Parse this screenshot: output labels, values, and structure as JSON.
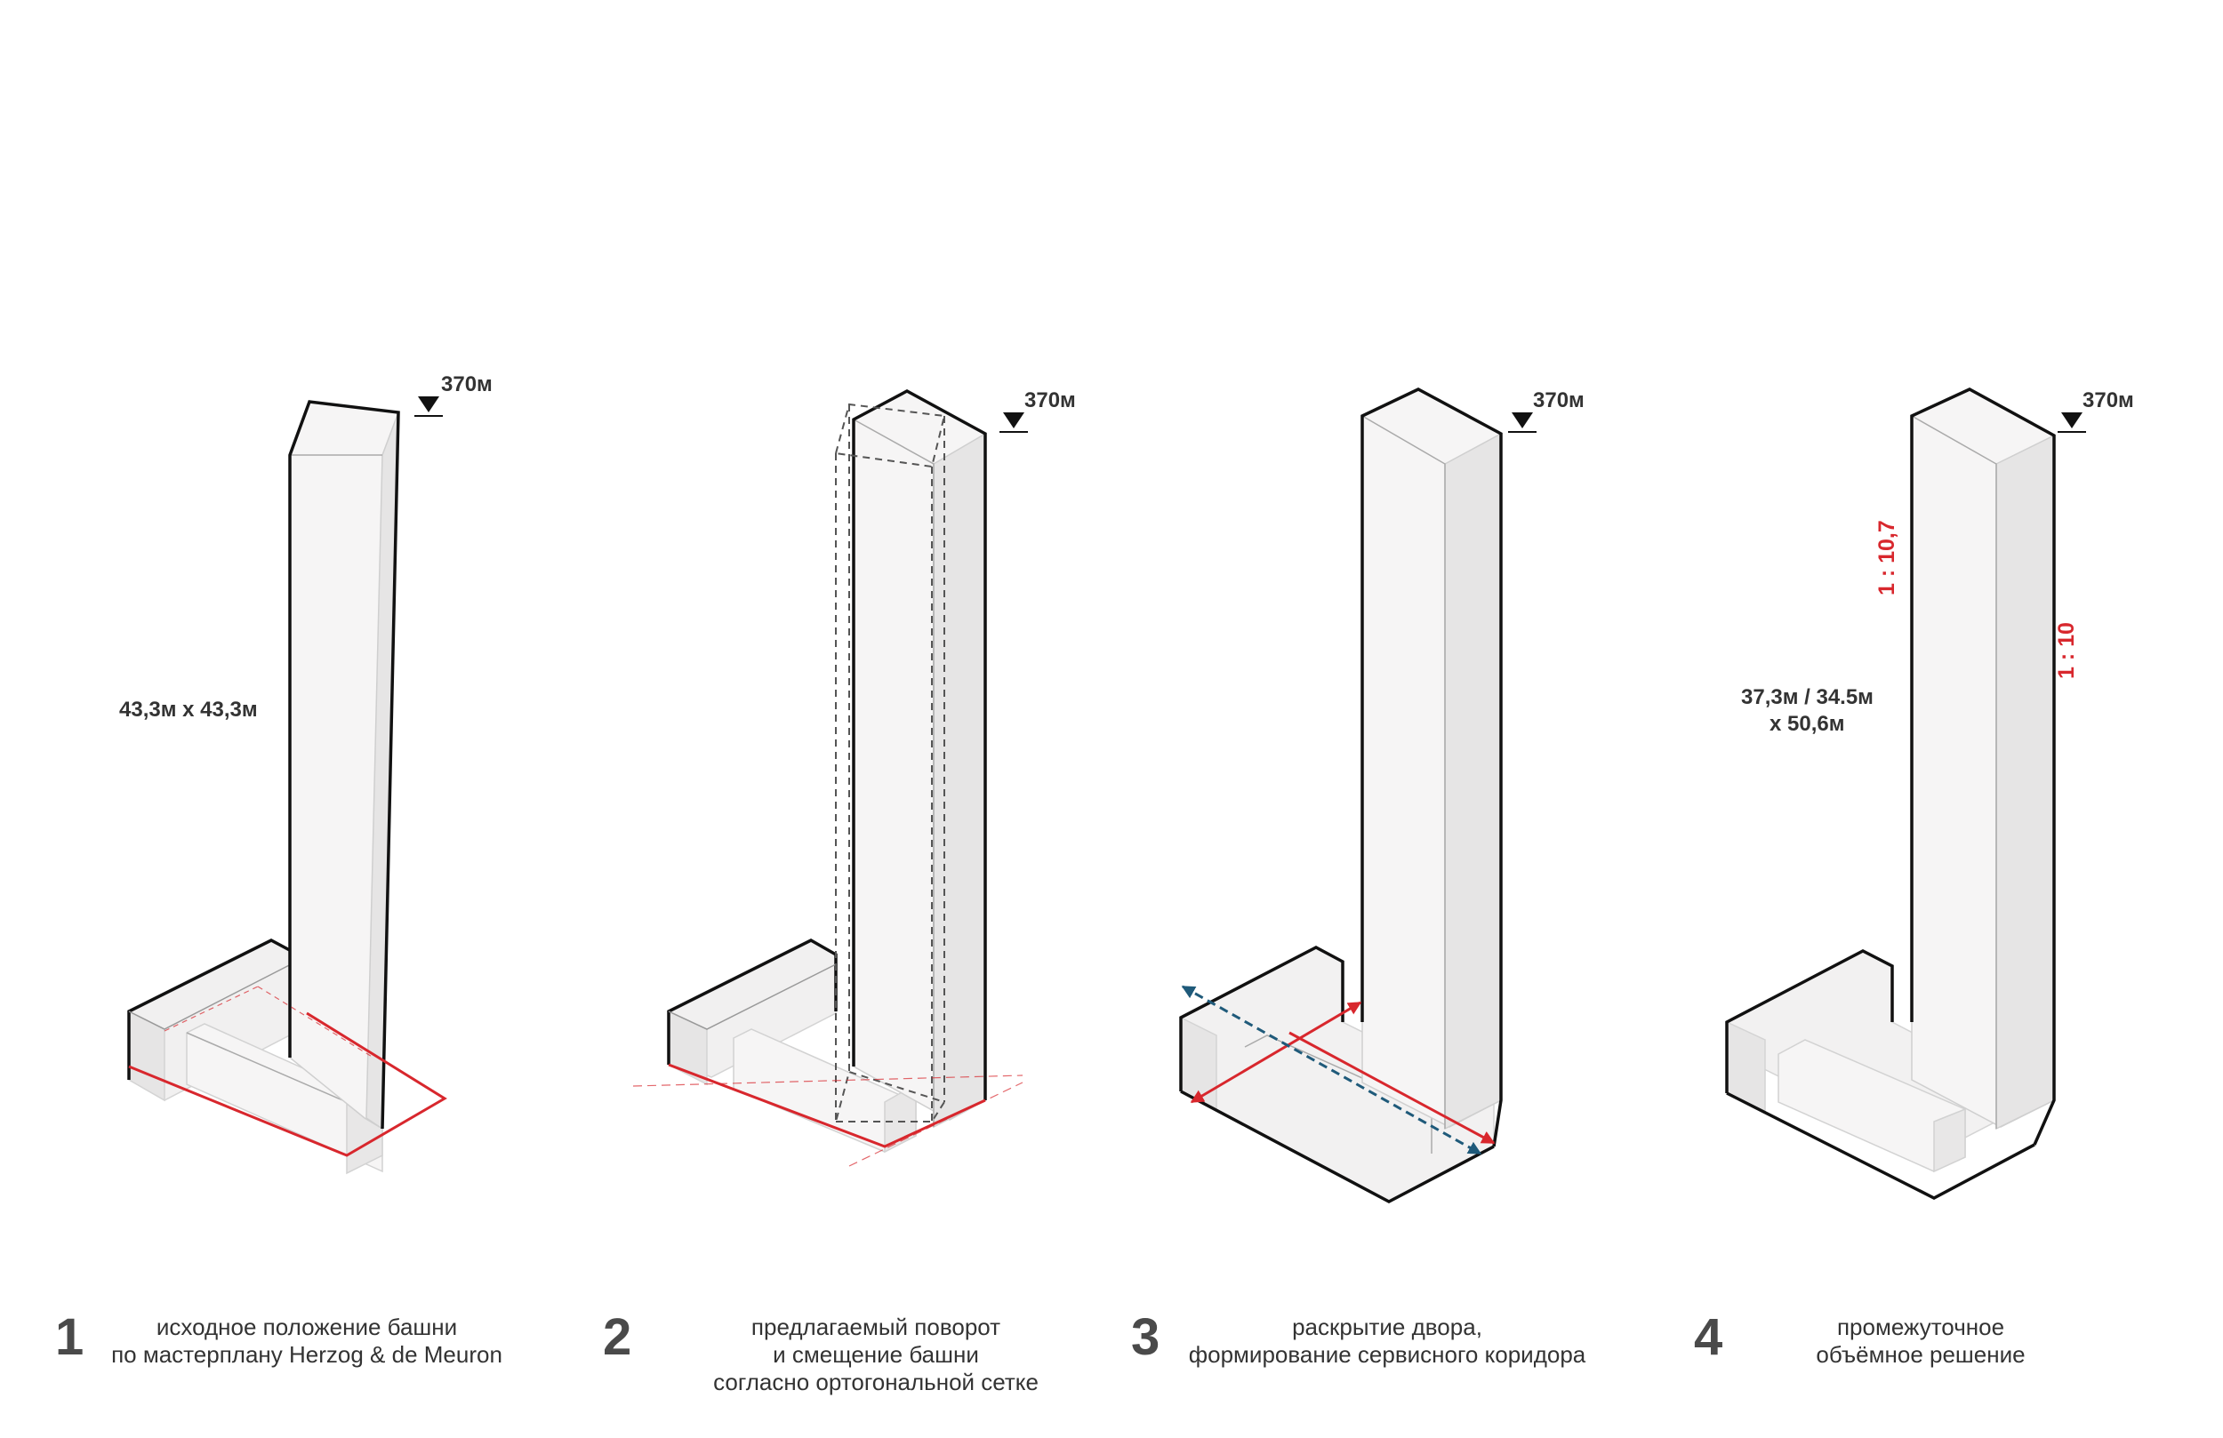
{
  "diagrams": [
    {
      "number": "1",
      "elevation": "370м",
      "dimension": [
        "43,3м x 43,3м"
      ],
      "caption": [
        "исходное положение башни",
        "по мастерплану Herzog & de Meuron"
      ]
    },
    {
      "number": "2",
      "elevation": "370м",
      "caption": [
        "предлагаемый поворот",
        "и смещение башни",
        "согласно ортогональной сетке"
      ]
    },
    {
      "number": "3",
      "elevation": "370м",
      "caption": [
        "раскрытие двора,",
        "формирование сервисного коридора"
      ]
    },
    {
      "number": "4",
      "elevation": "370м",
      "dimension": [
        "37,3м / 34.5м",
        "x 50,6м"
      ],
      "ratios": [
        "1 : 10,7",
        "1 : 10"
      ],
      "caption": [
        "промежуточное",
        "объёмное решение"
      ]
    }
  ],
  "colors": {
    "line": "#111111",
    "face_light": "#f6f5f5",
    "face_mid": "#ecebeb",
    "face_dark": "#e4e3e3",
    "accent_red": "#d8272d",
    "accent_blue": "#1f5a7a",
    "ghost": "#555555",
    "text": "#333333"
  }
}
